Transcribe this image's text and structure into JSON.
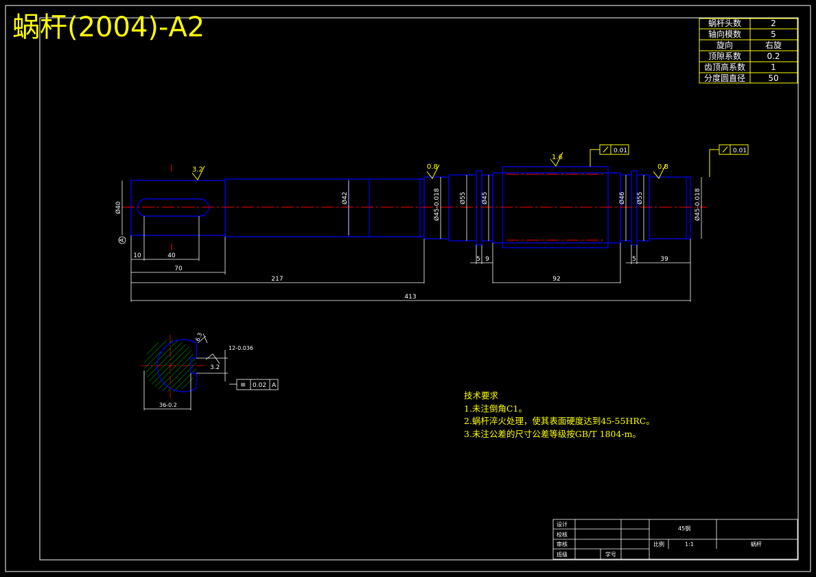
{
  "title": "蜗杆(2004)-A2",
  "params": [
    {
      "label": "蜗杆头数",
      "value": "2"
    },
    {
      "label": "轴向模数",
      "value": "5"
    },
    {
      "label": "旋向",
      "value": "右旋"
    },
    {
      "label": "顶隙系数",
      "value": "0.2"
    },
    {
      "label": "齿顶高系数",
      "value": "1"
    },
    {
      "label": "分度圆直径",
      "value": "50"
    }
  ],
  "roughness": {
    "left": "3.2",
    "mid": "0.8",
    "center": "1.6",
    "right": "0.8",
    "section_a": "6.3",
    "section_b": "3.2"
  },
  "geometric_tolerances": {
    "runout_1": "0.01",
    "runout_2": "0.01",
    "symmetry": "0.02",
    "datum": "A"
  },
  "diameters": {
    "d40": "Ø40",
    "d42": "Ø42",
    "d45_tol": "Ø45-0.018",
    "d55": "Ø55",
    "d45": "Ø45",
    "d46": "Ø46",
    "d55b": "Ø55",
    "d45_tol_right": "Ø45-0.018"
  },
  "dimensions": {
    "d10": "10",
    "d40": "40",
    "d70": "70",
    "d217": "217",
    "d413": "413",
    "d5a": "5",
    "d9": "9",
    "d92": "92",
    "d5b": "5",
    "d39": "39",
    "keyway_width": "12-0.036",
    "keyway_depth": "36-0.2"
  },
  "datum_label": "A",
  "notes": {
    "heading": "技术要求",
    "items": [
      "1.未注倒角C1。",
      "2.蜗杆淬火处理，使其表面硬度达到45-55HRC。",
      "3.未注公差的尺寸公差等级按GB/T 1804-m。"
    ]
  },
  "title_block": {
    "design": "设计",
    "check": "校核",
    "review": "审核",
    "class": "班级",
    "student_no": "学号",
    "material": "45钢",
    "scale_label": "比例",
    "scale": "1:1",
    "part_name": "蜗杆"
  },
  "colors": {
    "part_outline": "#0000ff",
    "center_line": "#ff0000",
    "dimension": "#ffffff",
    "text": "#ffff00",
    "hatch": "#00aa00"
  }
}
